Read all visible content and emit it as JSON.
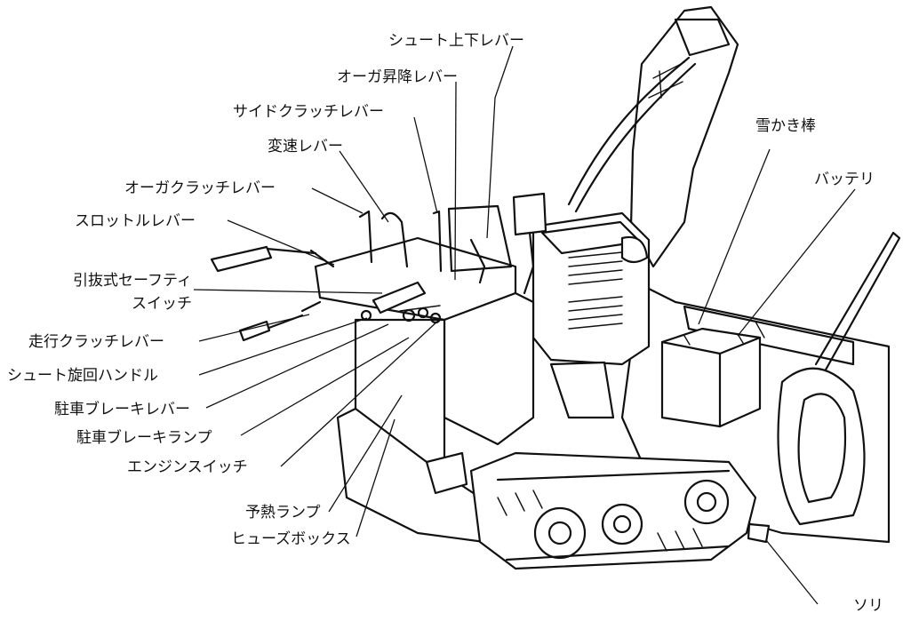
{
  "labels": {
    "chute_updown": "シュート上下レバー",
    "auger_lift": "オーガ昇降レバー",
    "side_clutch": "サイドクラッチレバー",
    "shift": "変速レバー",
    "auger_clutch": "オーガクラッチレバー",
    "throttle": "スロットルレバー",
    "safety_line1": "引抜式セーフティ",
    "safety_line2": "スイッチ",
    "travel_clutch": "走行クラッチレバー",
    "chute_rotation": "シュート旋回ハンドル",
    "parking_brake_lever": "駐車ブレーキレバー",
    "parking_brake_lamp": "駐車ブレーキランプ",
    "engine_switch": "エンジンスイッチ",
    "preheat_lamp": "予熱ランプ",
    "fuse_box": "ヒューズボックス",
    "snow_stick": "雪かき棒",
    "battery": "バッテリ",
    "sled": "ソリ"
  }
}
